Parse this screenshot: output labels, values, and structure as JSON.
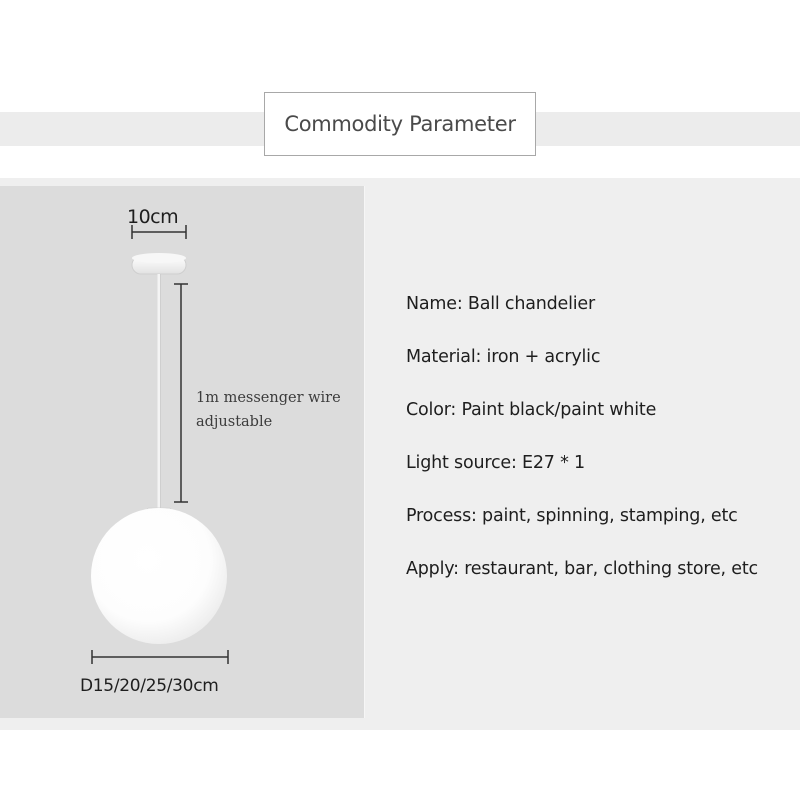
{
  "header": {
    "title": "Commodity Parameter"
  },
  "diagram": {
    "canopy_width_label": "10cm",
    "wire_label_line1": "1m messenger wire",
    "wire_label_line2": "adjustable",
    "diameter_label": "D15/20/25/30cm"
  },
  "specs": {
    "name": "Name: Ball chandelier",
    "material": "Material: iron + acrylic",
    "color": "Color: Paint black/paint white",
    "light_source": "Light source: E27 * 1",
    "process": "Process: paint, spinning, stamping, etc",
    "apply": "Apply: restaurant, bar, clothing store, etc"
  },
  "colors": {
    "panel_background": "#dcdcdc",
    "band_background": "#efefef",
    "text": "#1e1e1e"
  }
}
